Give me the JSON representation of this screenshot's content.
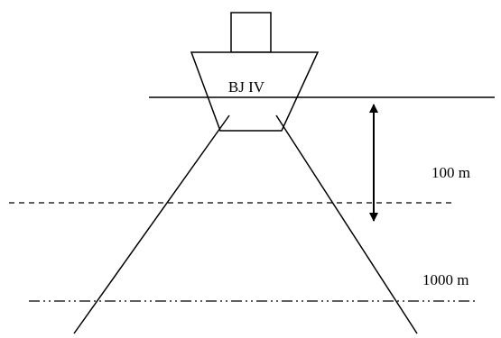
{
  "vessel": {
    "name": "BJ IV"
  },
  "depths": [
    {
      "label": "100 m",
      "line_style": "dashed"
    },
    {
      "label": "1000 m",
      "line_style": "dash-dot-dot"
    }
  ],
  "colors": {
    "line": "#000000",
    "background": "#ffffff"
  }
}
